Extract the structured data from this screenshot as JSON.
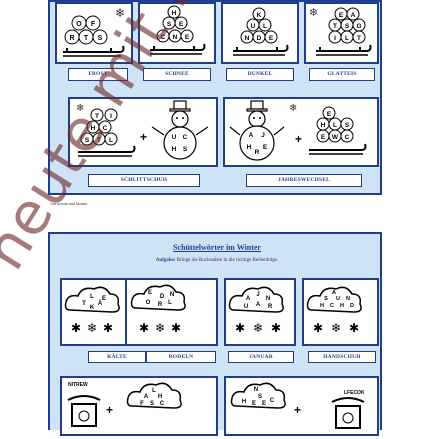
{
  "sheet1": {
    "labels": [
      "FROST",
      "SCHNEE",
      "DUNKEL",
      "GLATTEIS",
      "SCHLITTSCHUH",
      "JAHRESWECHSEL"
    ],
    "credit": "von kerstin und klauser"
  },
  "sheet2": {
    "title": "Schüttelwörter im Winter",
    "task_label": "Aufgabe:",
    "task_text": "Bringe die Buchstaben in die richtige Reihenfolge.",
    "labels": [
      "KÄLTE",
      "RODELN",
      "JANUAR",
      "HANDSCHUH"
    ],
    "corner_words": [
      "NITREW",
      "LFECOK"
    ]
  },
  "watermark": "heute mit Klasse"
}
